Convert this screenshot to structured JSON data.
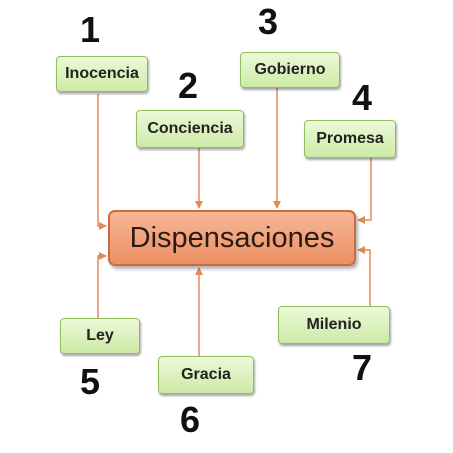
{
  "center": {
    "label": "Dispensaciones"
  },
  "nodes": [
    {
      "number": "1",
      "label": "Inocencia"
    },
    {
      "number": "2",
      "label": "Conciencia"
    },
    {
      "number": "3",
      "label": "Gobierno"
    },
    {
      "number": "4",
      "label": "Promesa"
    },
    {
      "number": "5",
      "label": "Ley"
    },
    {
      "number": "6",
      "label": "Gracia"
    },
    {
      "number": "7",
      "label": "Milenio"
    }
  ],
  "colors": {
    "node_fill": "#d9f0b8",
    "node_border": "#8fbf5c",
    "center_fill": "#f2a27a",
    "center_border": "#c96a41",
    "connector": "#e08a56"
  }
}
